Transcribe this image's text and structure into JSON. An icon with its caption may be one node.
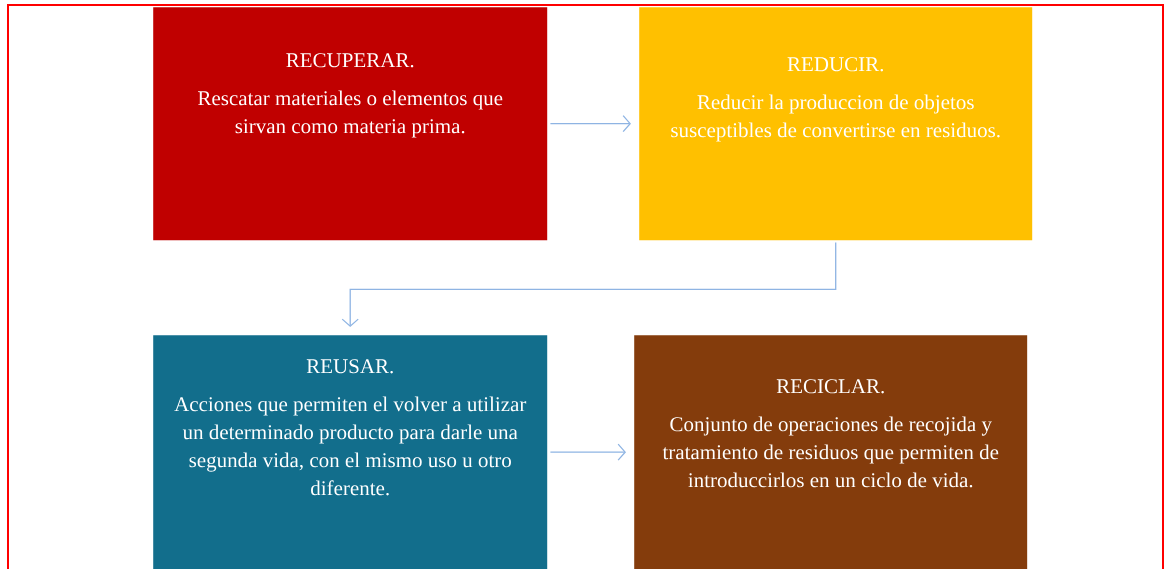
{
  "diagram": {
    "nodes": [
      {
        "text": [
          "RECUPERAR.",
          "Rescatar materiales o elementos que sirvan como materia prima."
        ]
      },
      {
        "text": [
          "REDUCIR.",
          "Reducir la produccion de objetos susceptibles de convertirse en residuos."
        ]
      },
      {
        "text": [
          "REUSAR.",
          "Acciones que permiten el volver a utilizar un determinado producto para darle una segunda vida, con el mismo uso u otro diferente."
        ]
      },
      {
        "text": [
          "RECICLAR.",
          "Conjunto de operaciones de recojida y tratamiento de residuos que permiten de introduccirlos en un ciclo de vida."
        ]
      }
    ],
    "edges": [
      {
        "from": 0,
        "to": 1,
        "arrow": "to"
      },
      {
        "from": 1,
        "to": 2,
        "arrow": "to"
      },
      {
        "from": 2,
        "to": 3,
        "arrow": "to"
      }
    ]
  }
}
